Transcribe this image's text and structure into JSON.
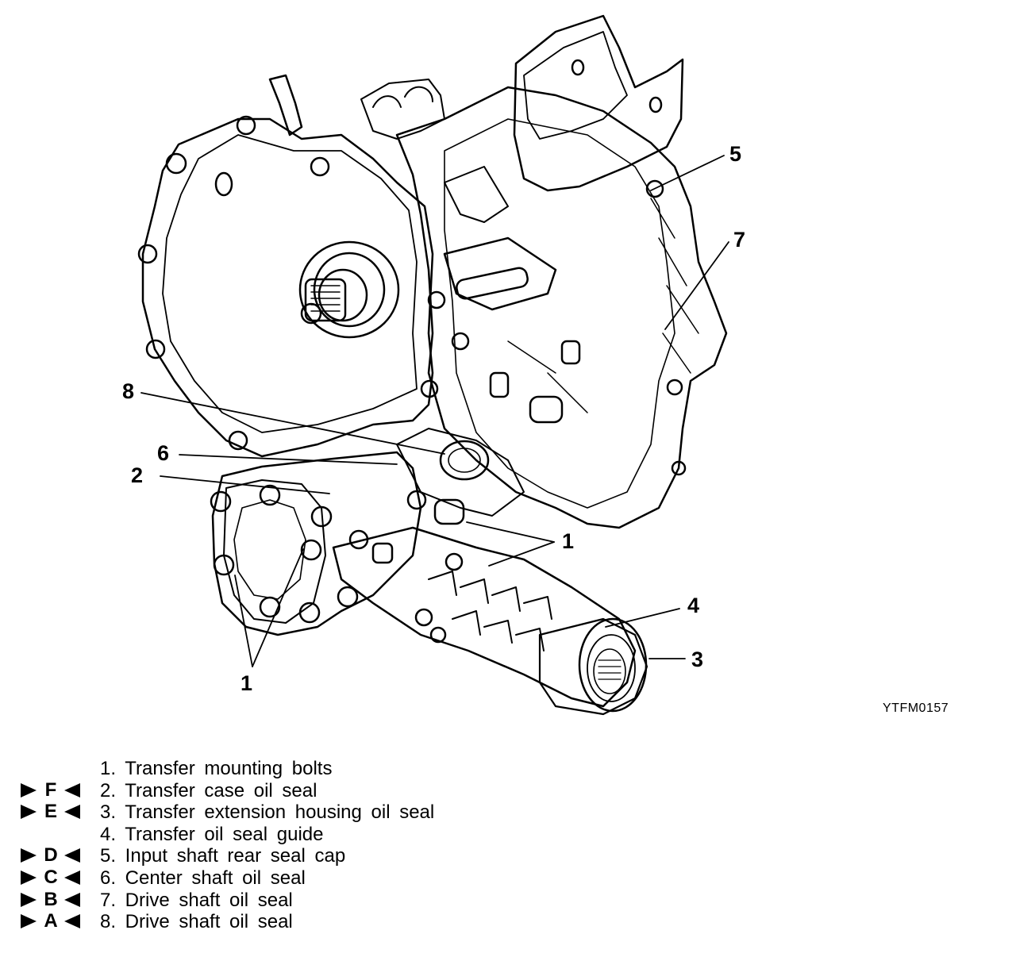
{
  "figure_code": "YTFM0157",
  "callouts": [
    "1",
    "1",
    "2",
    "3",
    "4",
    "5",
    "6",
    "7",
    "8"
  ],
  "legend": [
    {
      "code": "",
      "text": "1. Transfer mounting bolts"
    },
    {
      "code": "F",
      "text": "2. Transfer case oil seal"
    },
    {
      "code": "E",
      "text": "3. Transfer extension housing oil seal"
    },
    {
      "code": "",
      "text": "4. Transfer oil seal guide"
    },
    {
      "code": "D",
      "text": "5. Input shaft rear seal cap"
    },
    {
      "code": "C",
      "text": "6. Center shaft oil seal"
    },
    {
      "code": "B",
      "text": "7. Drive shaft oil seal"
    },
    {
      "code": "A",
      "text": "8. Drive shaft oil seal"
    }
  ],
  "colors": {
    "ink": "#000000",
    "paper": "#ffffff"
  }
}
